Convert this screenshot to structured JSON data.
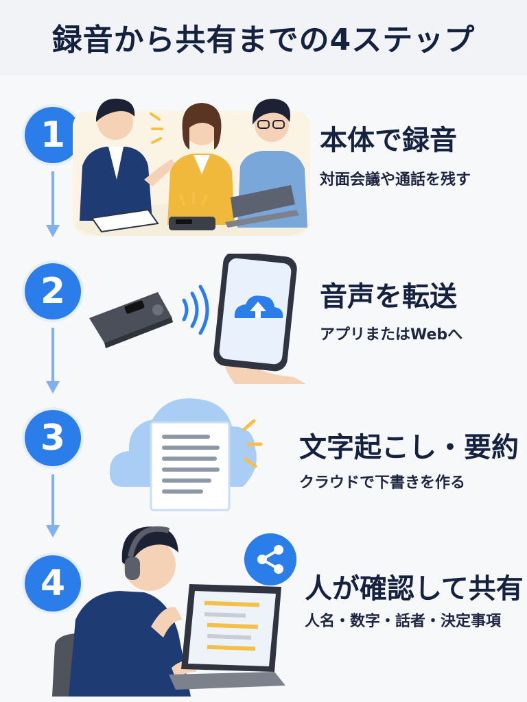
{
  "title": "録音から共有までの4ステップ",
  "steps": [
    {
      "number": "1",
      "title": "本体で録音",
      "subtitle": "対面会議や通話を残す"
    },
    {
      "number": "2",
      "title": "音声を転送",
      "subtitle": "アプリまたはWebへ"
    },
    {
      "number": "3",
      "title": "文字起こし・要約",
      "subtitle": "クラウドで下書きを作る"
    },
    {
      "number": "4",
      "title": "人が確認して共有",
      "subtitle": "人名・数字・話者・決定事項"
    }
  ],
  "colors": {
    "accent": "#2b7de9",
    "arrow": "#7fb1f2",
    "text": "#14213f",
    "highlight": "#f5c04a"
  },
  "icons": [
    "recorder-device-icon",
    "wireless-signal-icon",
    "smartphone-icon",
    "cloud-upload-icon",
    "cloud-document-icon",
    "share-icon",
    "laptop-icon",
    "headphones-icon"
  ]
}
